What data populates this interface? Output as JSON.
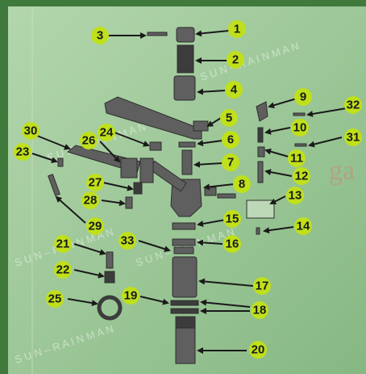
{
  "diagram": {
    "colors": {
      "frame": "#3f7a3c",
      "panel": "#9fc79a",
      "callout": "#bfe01a",
      "part": "#5f5f5f",
      "part_dark": "#3c3c3c",
      "watermark": "#ffffff"
    },
    "watermarks": [
      "S U N – R A I N M A N"
    ],
    "watermark_brand": "ga",
    "callouts": [
      "1",
      "2",
      "3",
      "4",
      "5",
      "6",
      "7",
      "8",
      "9",
      "10",
      "11",
      "12",
      "13",
      "14",
      "15",
      "16",
      "17",
      "18",
      "19",
      "20",
      "21",
      "22",
      "23",
      "24",
      "25",
      "26",
      "27",
      "28",
      "29",
      "30",
      "31",
      "32",
      "33"
    ]
  }
}
